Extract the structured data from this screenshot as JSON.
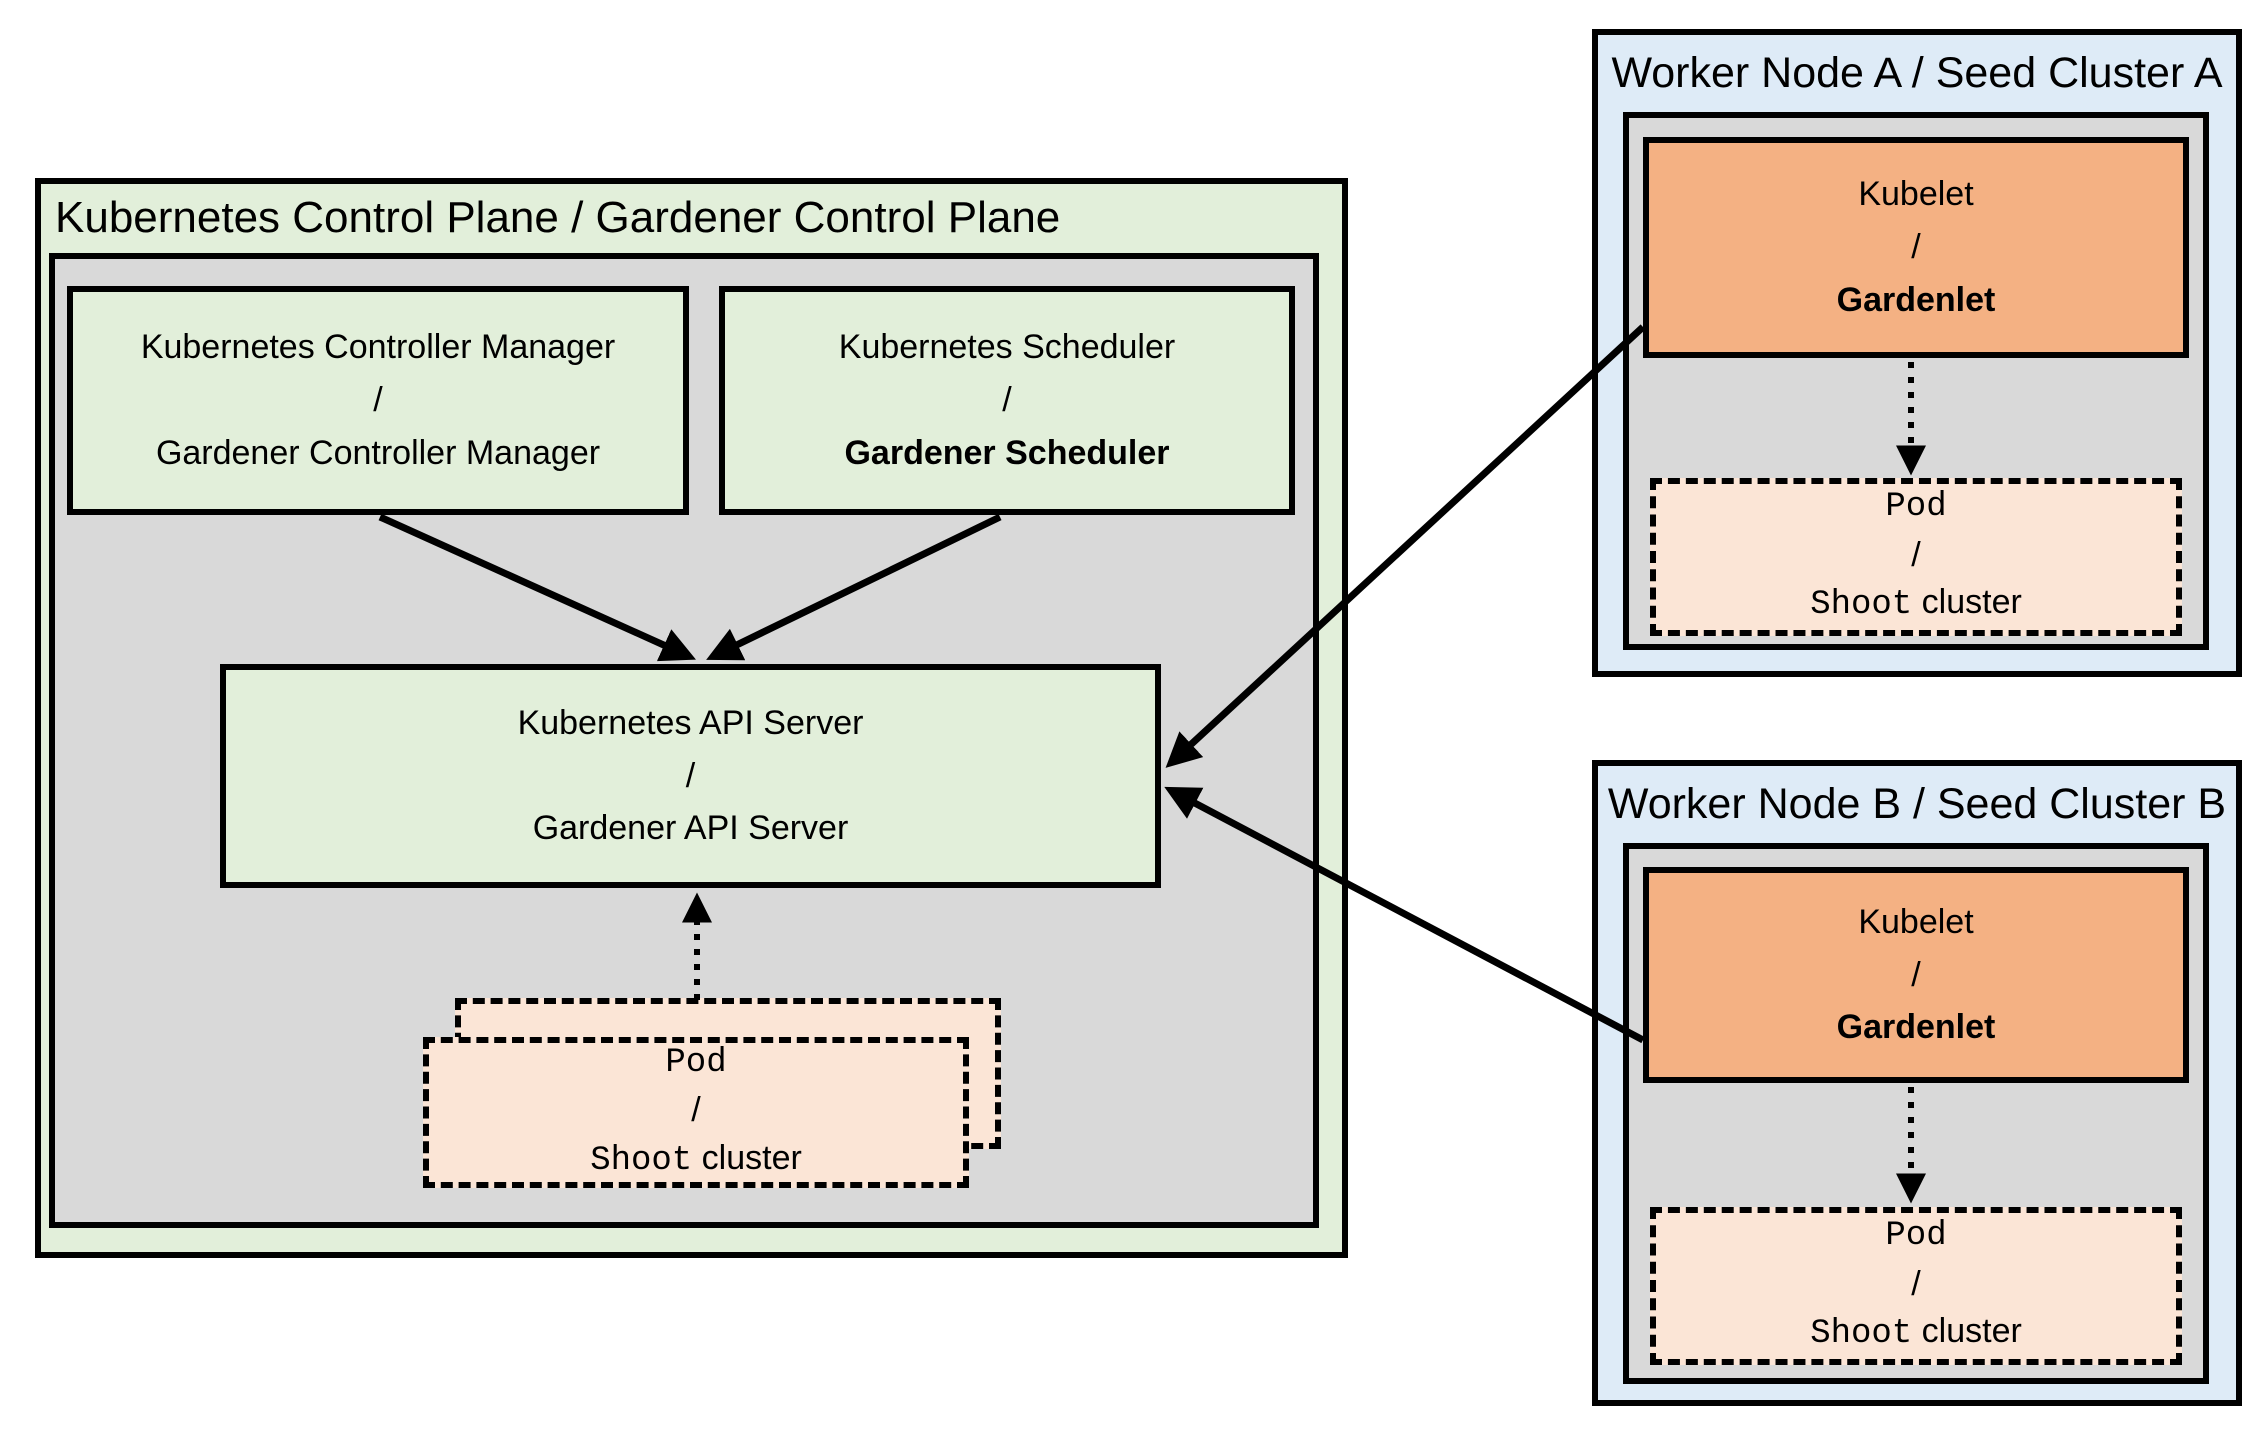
{
  "colors": {
    "bg": "#ffffff",
    "green": "#e2efda",
    "gray": "#d9d9d9",
    "blue": "#deebf7",
    "orange": "#f4b183",
    "peach": "#fbe5d6",
    "border": "#000000"
  },
  "control_plane": {
    "title": "Kubernetes Control Plane / Gardener Control Plane",
    "controller_manager": {
      "line1": "Kubernetes Controller Manager",
      "sep": "/",
      "line2": "Gardener Controller Manager"
    },
    "scheduler": {
      "line1": "Kubernetes Scheduler",
      "sep": "/",
      "line2": "Gardener Scheduler"
    },
    "api_server": {
      "line1": "Kubernetes API Server",
      "sep": "/",
      "line2": "Gardener API Server"
    },
    "pod": {
      "line1": "Pod",
      "sep": "/",
      "line2_code": "Shoot",
      "line2_text": "cluster"
    }
  },
  "worker_node_a": {
    "title": "Worker Node A / Seed Cluster A",
    "kubelet": {
      "line1": "Kubelet",
      "sep": "/",
      "line2": "Gardenlet"
    },
    "pod": {
      "line1": "Pod",
      "sep": "/",
      "line2_code": "Shoot",
      "line2_text": "cluster"
    }
  },
  "worker_node_b": {
    "title": "Worker Node B / Seed Cluster B",
    "kubelet": {
      "line1": "Kubelet",
      "sep": "/",
      "line2": "Gardenlet"
    },
    "pod": {
      "line1": "Pod",
      "sep": "/",
      "line2_code": "Shoot",
      "line2_text": "cluster"
    }
  }
}
